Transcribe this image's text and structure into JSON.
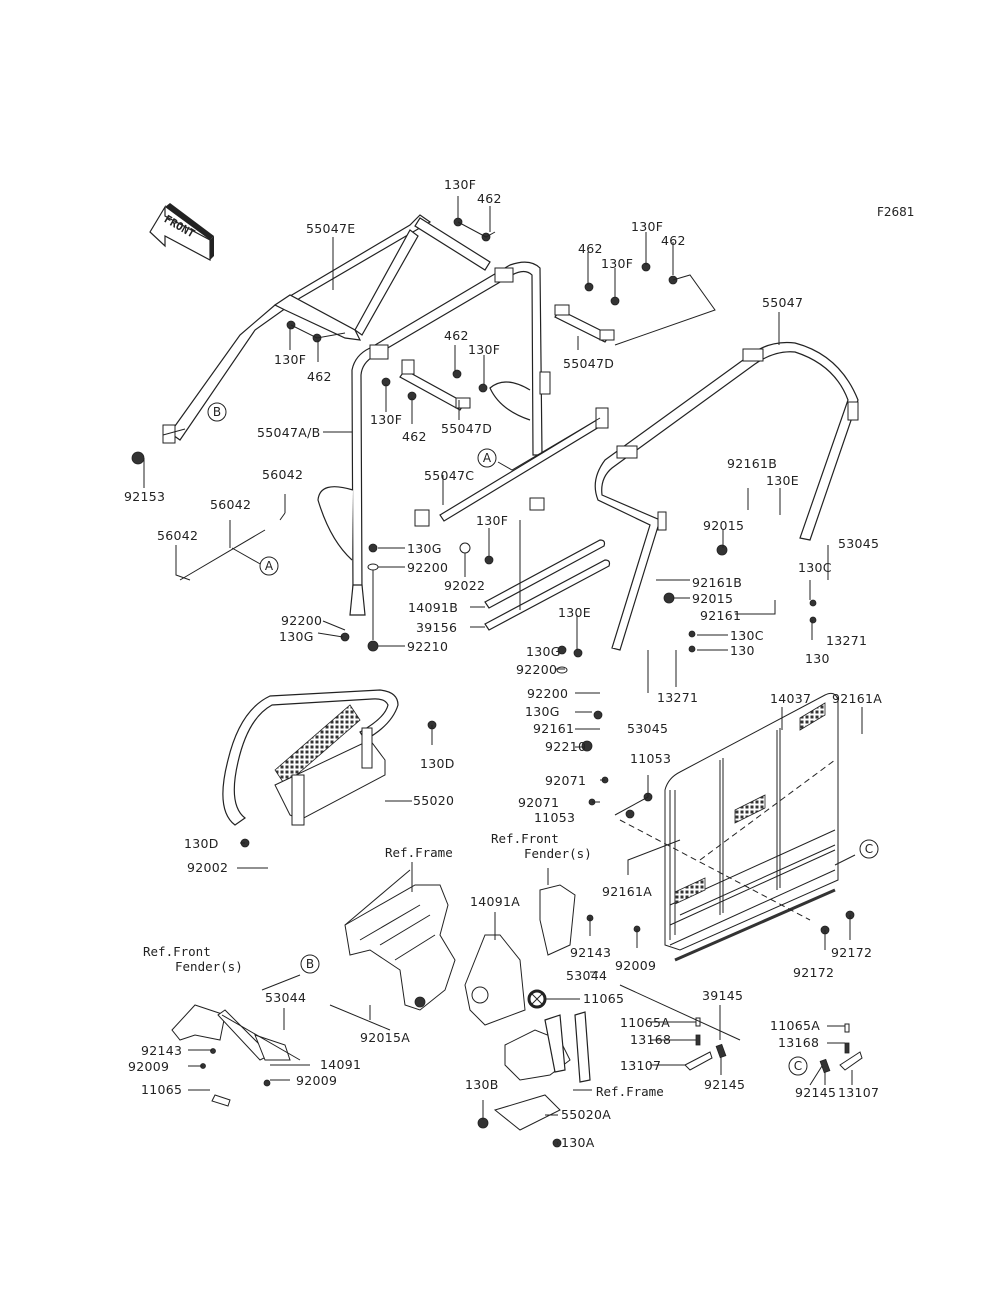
{
  "figure_id": "F2681",
  "front_arrow": {
    "text": "FRONT",
    "icon": "front-direction-arrow"
  },
  "callouts": {
    "A": "A",
    "B": "B",
    "C": "C"
  },
  "refs": {
    "frame_1": "Ref.Frame",
    "frame_2": "Ref.Frame",
    "front_fender_1_l1": "Ref.Front",
    "front_fender_1_l2": "Fender(s)",
    "front_fender_2_l1": "Ref.Front",
    "front_fender_2_l2": "Fender(s)"
  },
  "parts": {
    "p55047E": "55047E",
    "p130F_a": "130F",
    "p462_a": "462",
    "p130F_b": "130F",
    "p462_b": "462",
    "p462_c": "462",
    "p130F_c": "130F",
    "p130F_d": "130F",
    "p462_d": "462",
    "p55047D_a": "55047D",
    "p462_e": "462",
    "p130F_e": "130F",
    "p130F_f": "130F",
    "p462_f": "462",
    "p55047D_b": "55047D",
    "p55047": "55047",
    "p55047AB": "55047A/B",
    "p92153": "92153",
    "p56042_a": "56042",
    "p56042_b": "56042",
    "p56042_c": "56042",
    "p55047C": "55047C",
    "p130F_g": "130F",
    "p130G_a": "130G",
    "p92200_a": "92200",
    "p92022": "92022",
    "p14091B": "14091B",
    "p39156": "39156",
    "p92200_b": "92200",
    "p130G_b": "130G",
    "p92210_a": "92210",
    "p92161B_a": "92161B",
    "p130E_a": "130E",
    "p92015_a": "92015",
    "p53045_a": "53045",
    "p130C_a": "130C",
    "p92161B_b": "92161B",
    "p92015_b": "92015",
    "p92161_a": "92161",
    "p13271_a": "13271",
    "p130_a": "130",
    "p130E_b": "130E",
    "p130G_c": "130G",
    "p92200_c": "92200",
    "p130C_b": "130C",
    "p130_b": "130",
    "p92200_d": "92200",
    "p130G_d": "130G",
    "p92161_b": "92161",
    "p13271_b": "13271",
    "p53045_b": "53045",
    "p92210_b": "92210",
    "p14037": "14037",
    "p92161A_a": "92161A",
    "p130D_a": "130D",
    "p55020": "55020",
    "p11053_a": "11053",
    "p92071_a": "92071",
    "p92071_b": "92071",
    "p11053_b": "11053",
    "p130D_b": "130D",
    "p92002": "92002",
    "p92161A_b": "92161A",
    "p14091A": "14091A",
    "p92143_a": "92143",
    "p92009_a": "92009",
    "p92172_a": "92172",
    "p92172_b": "92172",
    "p53044_a": "53044",
    "p53044_b": "53044",
    "p11065_a": "11065",
    "p92015A": "92015A",
    "p39145": "39145",
    "p11065A_a": "11065A",
    "p13168_a": "13168",
    "p13107_a": "13107",
    "p92145_a": "92145",
    "p11065A_b": "11065A",
    "p13168_b": "13168",
    "p13107_b": "13107",
    "p92145_b": "92145",
    "p92143_b": "92143",
    "p92009_b": "92009",
    "p14091": "14091",
    "p92009_c": "92009",
    "p11065_b": "11065",
    "p130B": "130B",
    "p55020A": "55020A",
    "p130A": "130A"
  }
}
